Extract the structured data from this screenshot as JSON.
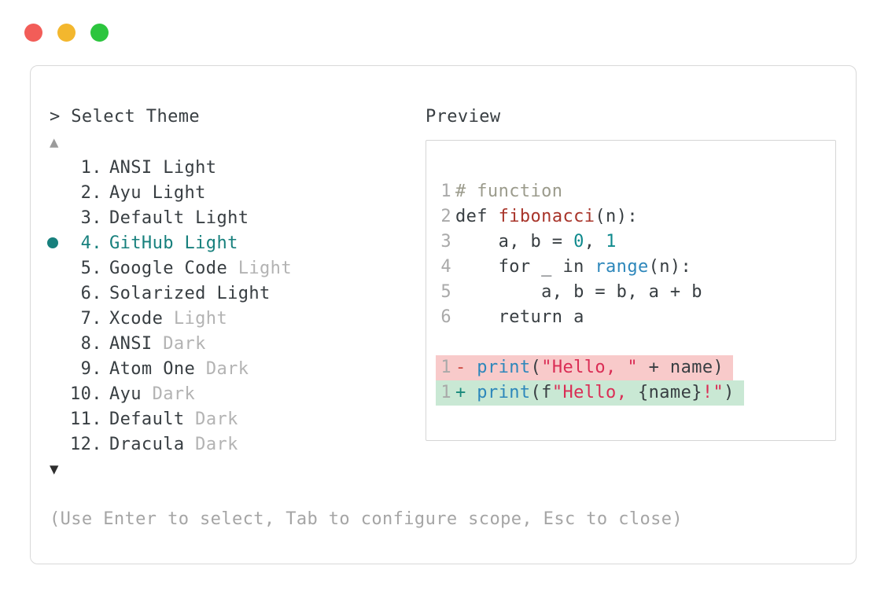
{
  "window": {
    "traffic_lights": [
      {
        "name": "close",
        "color": "#f25d58"
      },
      {
        "name": "minimize",
        "color": "#f3b72e"
      },
      {
        "name": "maximize",
        "color": "#2cc53e"
      }
    ]
  },
  "colors": {
    "accent_teal": "#17807d",
    "muted_gray": "#b3b3b3",
    "text_dark": "#383e42",
    "diff_removed_bg": "#f8caca",
    "diff_added_bg": "#c9e8d4",
    "comment": "#9b9b8c",
    "function_red": "#a8342a",
    "number_teal": "#0f8a8d",
    "builtin_blue": "#2d87bb",
    "string_red": "#da2d55"
  },
  "theme_picker": {
    "prompt": "> Select Theme",
    "scroll_up_indicator": "▲",
    "scroll_down_indicator": "▼",
    "items": [
      {
        "number": " 1.",
        "selected": false,
        "parts": [
          {
            "text": "ANSI Light",
            "muted": false
          }
        ]
      },
      {
        "number": " 2.",
        "selected": false,
        "parts": [
          {
            "text": "Ayu Light",
            "muted": false
          }
        ]
      },
      {
        "number": " 3.",
        "selected": false,
        "parts": [
          {
            "text": "Default Light",
            "muted": false
          }
        ]
      },
      {
        "number": " 4.",
        "selected": true,
        "parts": [
          {
            "text": "GitHub Light",
            "muted": false
          }
        ]
      },
      {
        "number": " 5.",
        "selected": false,
        "parts": [
          {
            "text": "Google Code ",
            "muted": false
          },
          {
            "text": "Light",
            "muted": true
          }
        ]
      },
      {
        "number": " 6.",
        "selected": false,
        "parts": [
          {
            "text": "Solarized Light",
            "muted": false
          }
        ]
      },
      {
        "number": " 7.",
        "selected": false,
        "parts": [
          {
            "text": "Xcode ",
            "muted": false
          },
          {
            "text": "Light",
            "muted": true
          }
        ]
      },
      {
        "number": " 8.",
        "selected": false,
        "parts": [
          {
            "text": "ANSI ",
            "muted": false
          },
          {
            "text": "Dark",
            "muted": true
          }
        ]
      },
      {
        "number": " 9.",
        "selected": false,
        "parts": [
          {
            "text": "Atom One ",
            "muted": false
          },
          {
            "text": "Dark",
            "muted": true
          }
        ]
      },
      {
        "number": "10.",
        "selected": false,
        "parts": [
          {
            "text": "Ayu ",
            "muted": false
          },
          {
            "text": "Dark",
            "muted": true
          }
        ]
      },
      {
        "number": "11.",
        "selected": false,
        "parts": [
          {
            "text": "Default ",
            "muted": false
          },
          {
            "text": "Dark",
            "muted": true
          }
        ]
      },
      {
        "number": "12.",
        "selected": false,
        "parts": [
          {
            "text": "Dracula ",
            "muted": false
          },
          {
            "text": "Dark",
            "muted": true
          }
        ]
      }
    ],
    "hint": "(Use Enter to select, Tab to configure scope, Esc to close)"
  },
  "preview": {
    "label": "Preview",
    "code_lines": [
      {
        "num": "1",
        "bg": "none",
        "tokens": [
          {
            "text": "# function",
            "type": "comment"
          }
        ]
      },
      {
        "num": "2",
        "bg": "none",
        "tokens": [
          {
            "text": "def ",
            "type": "plain"
          },
          {
            "text": "fibonacci",
            "type": "function"
          },
          {
            "text": "(n):",
            "type": "plain"
          }
        ]
      },
      {
        "num": "3",
        "bg": "none",
        "tokens": [
          {
            "text": "    a, b = ",
            "type": "plain"
          },
          {
            "text": "0",
            "type": "number"
          },
          {
            "text": ", ",
            "type": "plain"
          },
          {
            "text": "1",
            "type": "number"
          }
        ]
      },
      {
        "num": "4",
        "bg": "none",
        "tokens": [
          {
            "text": "    for _ in ",
            "type": "plain"
          },
          {
            "text": "range",
            "type": "builtin"
          },
          {
            "text": "(n):",
            "type": "plain"
          }
        ]
      },
      {
        "num": "5",
        "bg": "none",
        "tokens": [
          {
            "text": "        a, b = b, a + b",
            "type": "plain"
          }
        ]
      },
      {
        "num": "6",
        "bg": "none",
        "tokens": [
          {
            "text": "    return a",
            "type": "plain"
          }
        ]
      },
      {
        "num": "",
        "bg": "none",
        "tokens": []
      },
      {
        "num": "1",
        "bg": "removed",
        "tokens": [
          {
            "text": "- ",
            "type": "removed-sign"
          },
          {
            "text": "print",
            "type": "builtin"
          },
          {
            "text": "(",
            "type": "plain"
          },
          {
            "text": "\"Hello, \"",
            "type": "string"
          },
          {
            "text": " + name)",
            "type": "plain"
          }
        ]
      },
      {
        "num": "1",
        "bg": "added",
        "tokens": [
          {
            "text": "+ ",
            "type": "added-sign"
          },
          {
            "text": "print",
            "type": "builtin"
          },
          {
            "text": "(f",
            "type": "plain"
          },
          {
            "text": "\"Hello, ",
            "type": "string"
          },
          {
            "text": "{name}",
            "type": "plain"
          },
          {
            "text": "!\"",
            "type": "string"
          },
          {
            "text": ")",
            "type": "plain"
          }
        ]
      }
    ]
  }
}
